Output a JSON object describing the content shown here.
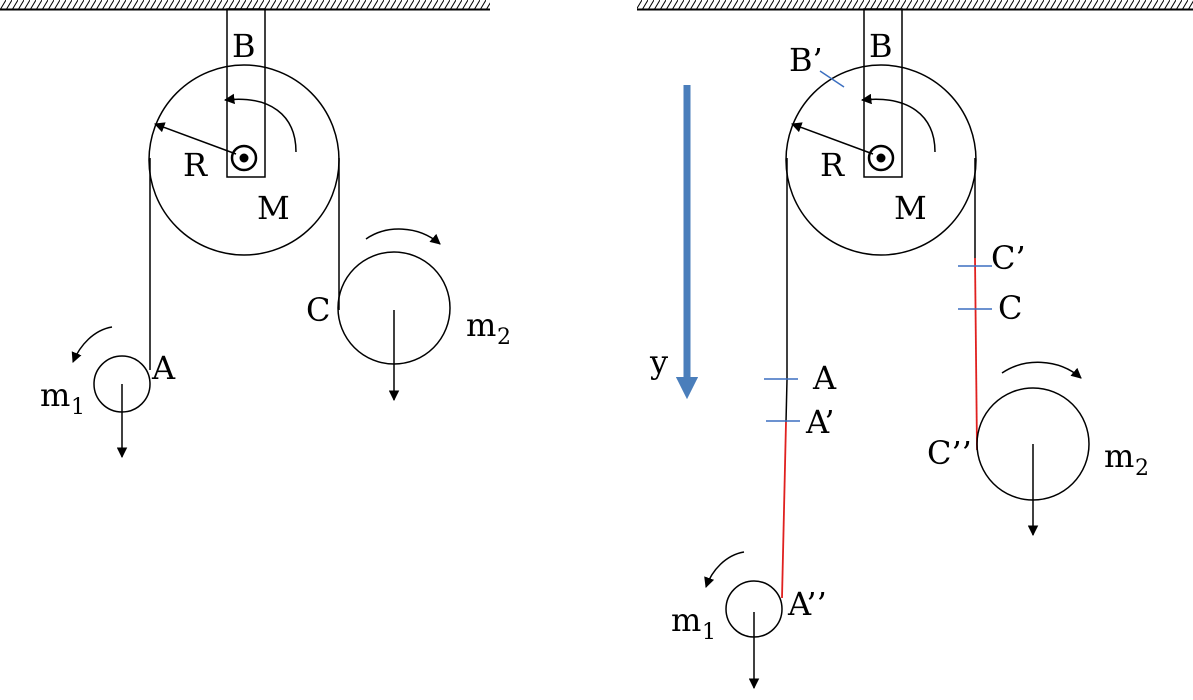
{
  "left_diagram": {
    "labels": {
      "B": "B",
      "R": "R",
      "M": "M",
      "C": "C",
      "A": "A",
      "m1_base": "m",
      "m1_sub": "1",
      "m2_base": "m",
      "m2_sub": "2"
    }
  },
  "right_diagram": {
    "labels": {
      "B": "B",
      "B_prime": "B’",
      "R": "R",
      "M": "M",
      "C_prime": "C’",
      "C": "C",
      "C_double_prime": "C’’",
      "A": "A",
      "A_prime": "A’",
      "A_double_prime": "A’’",
      "y": "y",
      "m1_base": "m",
      "m1_sub": "1",
      "m2_base": "m",
      "m2_sub": "2"
    }
  },
  "colors": {
    "axis_arrow": "#4a7ebb",
    "displacement_string": "#e0201f",
    "tick_mark": "#3c6fc0",
    "line": "#000000"
  }
}
